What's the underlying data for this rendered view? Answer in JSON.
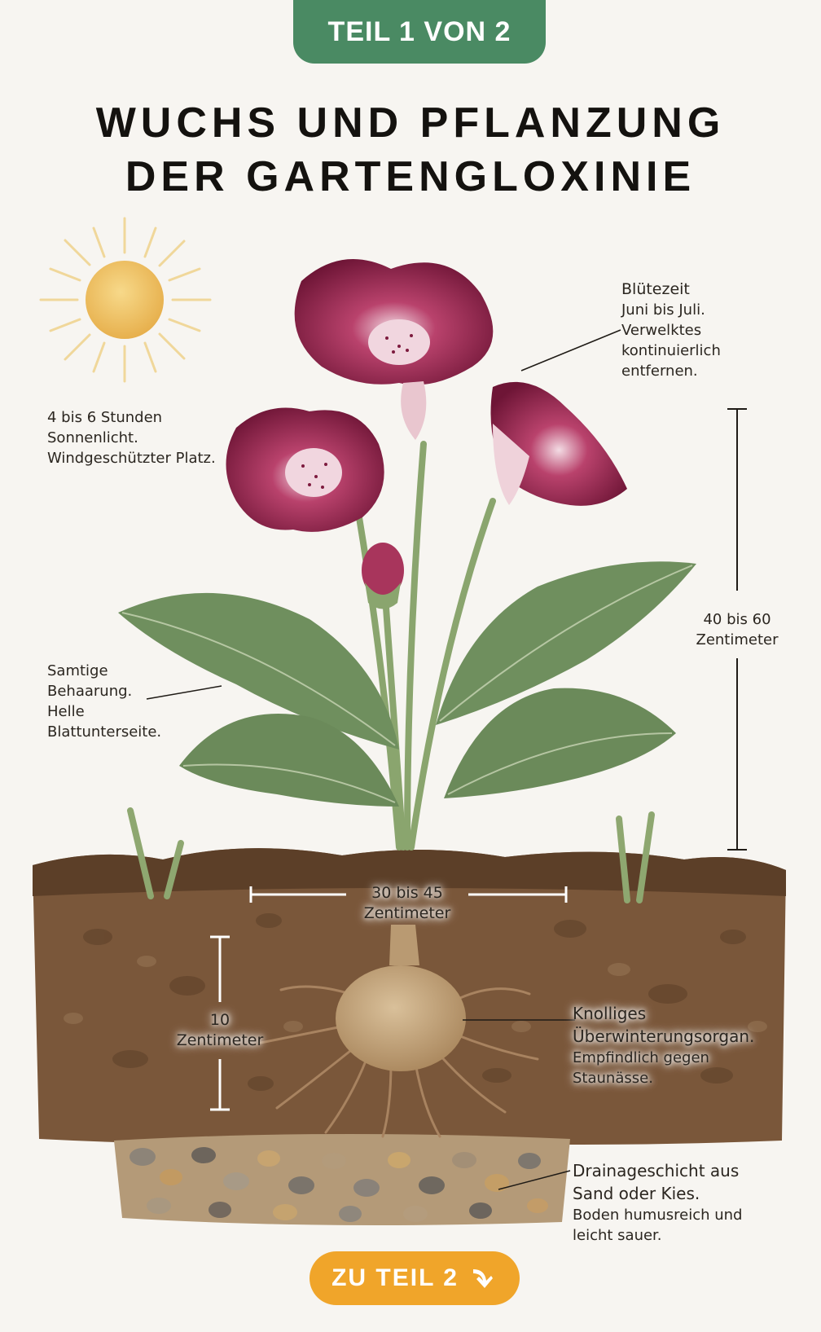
{
  "header": {
    "badge": "TEIL 1 VON 2"
  },
  "title": {
    "line1": "WUCHS UND PFLANZUNG",
    "line2": "DER GARTENGLOXINIE"
  },
  "sun": {
    "lines": [
      "4 bis 6 Stunden",
      "Sonnenlicht.",
      "Windgeschützter Platz."
    ]
  },
  "bloom": {
    "heading": "Blütezeit",
    "lines": [
      "Juni bis Juli.",
      "Verwelktes",
      "kontinuierlich",
      "entfernen."
    ]
  },
  "height": {
    "lines": [
      "40 bis 60",
      "Zentimeter"
    ]
  },
  "leaf": {
    "lines": [
      "Samtige",
      "Behaarung.",
      "Helle",
      "Blattunterseite."
    ]
  },
  "spacing": {
    "lines": [
      "30 bis 45",
      "Zentimeter"
    ]
  },
  "depth": {
    "lines": [
      "10",
      "Zentimeter"
    ]
  },
  "tuber": {
    "lines": [
      "Knolliges",
      "Überwinterungsorgan.",
      "Empfindlich gegen",
      "Staunässe."
    ]
  },
  "drainage": {
    "lines": [
      "Drainageschicht aus",
      "Sand oder Kies.",
      "Boden humusreich und",
      "leicht sauer."
    ]
  },
  "footer": {
    "next_label": "ZU TEIL 2"
  },
  "colors": {
    "badge": "#4a8a63",
    "button": "#f0a52a",
    "flower": "#7d1a3e",
    "leaf": "#6f8f5e",
    "soil": "#6b4a30"
  }
}
